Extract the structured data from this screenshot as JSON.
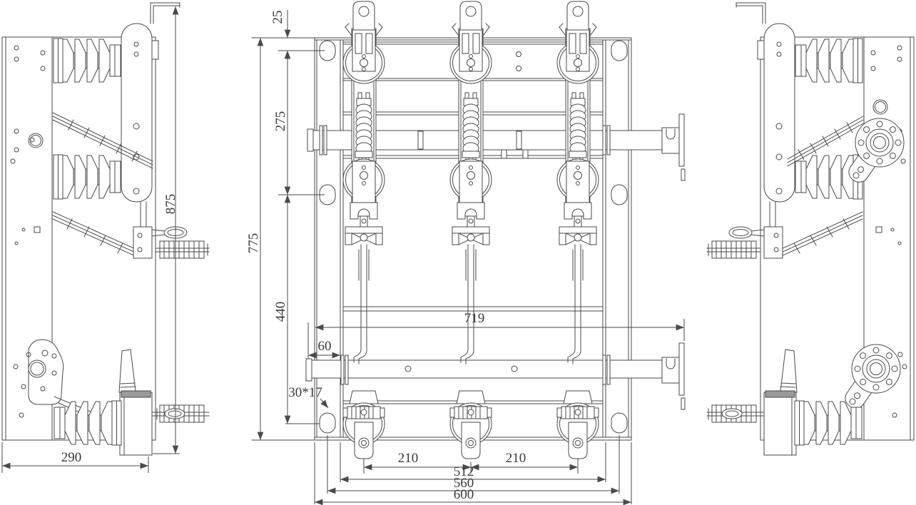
{
  "drawing": {
    "type": "engineering-orthographic-views",
    "views": [
      "left-side-view",
      "front-view",
      "right-side-view"
    ],
    "colors": {
      "line": "#4a4a4a",
      "insulator_shade": "#d8d8d8",
      "background": "#ffffff",
      "dim_text": "#3a3a3a"
    },
    "dims": {
      "overall_height": "875",
      "side_depth": "290",
      "top_slot_offset": "25",
      "upper_slot_spacing": "275",
      "frame_height": "775",
      "lower_slot_spacing": "440",
      "shaft_overhang": "60",
      "slot_size": "30*17",
      "shaft_span": "719",
      "pole_pitch_a": "210",
      "pole_pitch_b": "210",
      "inner_width": "512",
      "slot_span": "560",
      "overall_width": "600"
    }
  }
}
